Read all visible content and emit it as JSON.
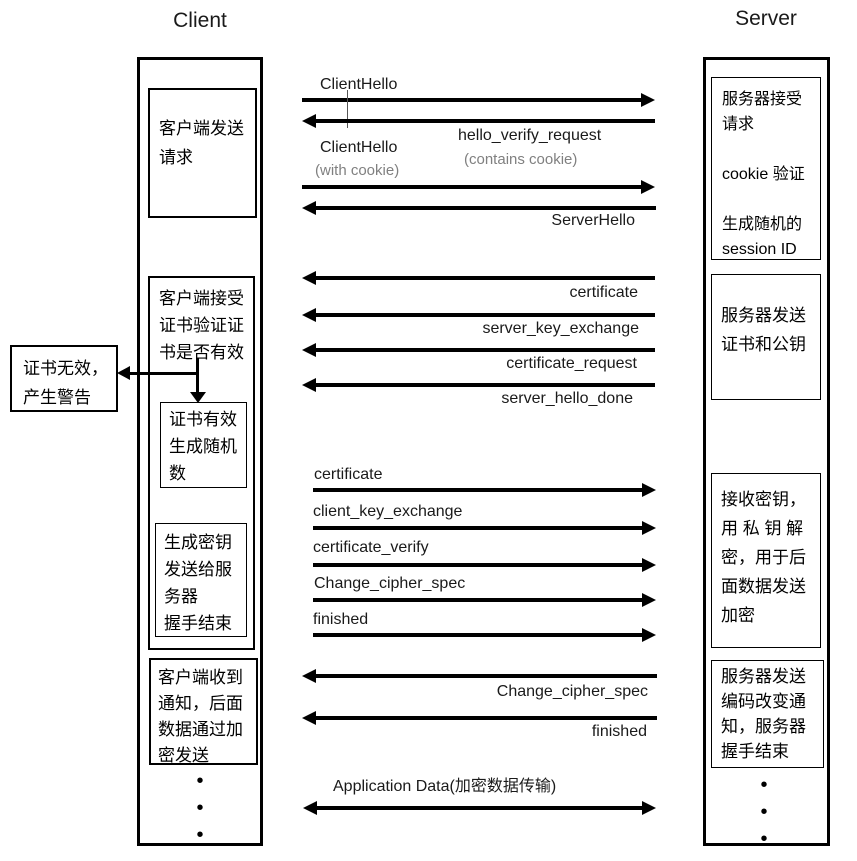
{
  "titles": {
    "client": "Client",
    "server": "Server"
  },
  "client": {
    "box_send_request": "客户端发送\n请求",
    "box_accept_cert": "客户端接受\n证书验证证\n书是否有效",
    "box_cert_valid": "证书有效\n生成随机\n数",
    "box_gen_key": "生成密钥\n发送给服\n务器\n握手结束",
    "box_received_notice": "客户端收到\n通知，后面\n数据通过加\n密发送",
    "dots": "•\n•\n•"
  },
  "warning": {
    "text": "证书无效，\n产生警告"
  },
  "server": {
    "box_accept_request": "服务器接受\n请求\n\ncookie 验证\n\n生成随机的\nsession ID",
    "box_send_cert": "服务器发送\n证书和公钥",
    "box_receive_key": "接收密钥，\n用 私 钥 解\n密，用于后\n面数据发送\n加密",
    "box_change_notice": "服务器发送\n编码改变通\n知，服务器\n握手结束",
    "dots": "•\n•\n•"
  },
  "messages": {
    "client_hello_1": "ClientHello",
    "hello_verify_request": "hello_verify_request",
    "hello_verify_note": "(contains cookie)",
    "client_hello_2": "ClientHello",
    "client_hello_2_note": "(with cookie)",
    "server_hello": "ServerHello",
    "certificate_from_server": "certificate",
    "server_key_exchange": "server_key_exchange",
    "certificate_request": "certificate_request",
    "server_hello_done": "server_hello_done",
    "certificate_from_client": "certificate",
    "client_key_exchange": "client_key_exchange",
    "certificate_verify": "certificate_verify",
    "change_cipher_spec_client": "Change_cipher_spec",
    "finished_client": "finished",
    "change_cipher_spec_server": "Change_cipher_spec",
    "finished_server": "finished",
    "application_data": "Application Data(加密数据传输)"
  },
  "colors": {
    "ink": "#000000",
    "muted_note": "#808080",
    "background": "#ffffff"
  }
}
